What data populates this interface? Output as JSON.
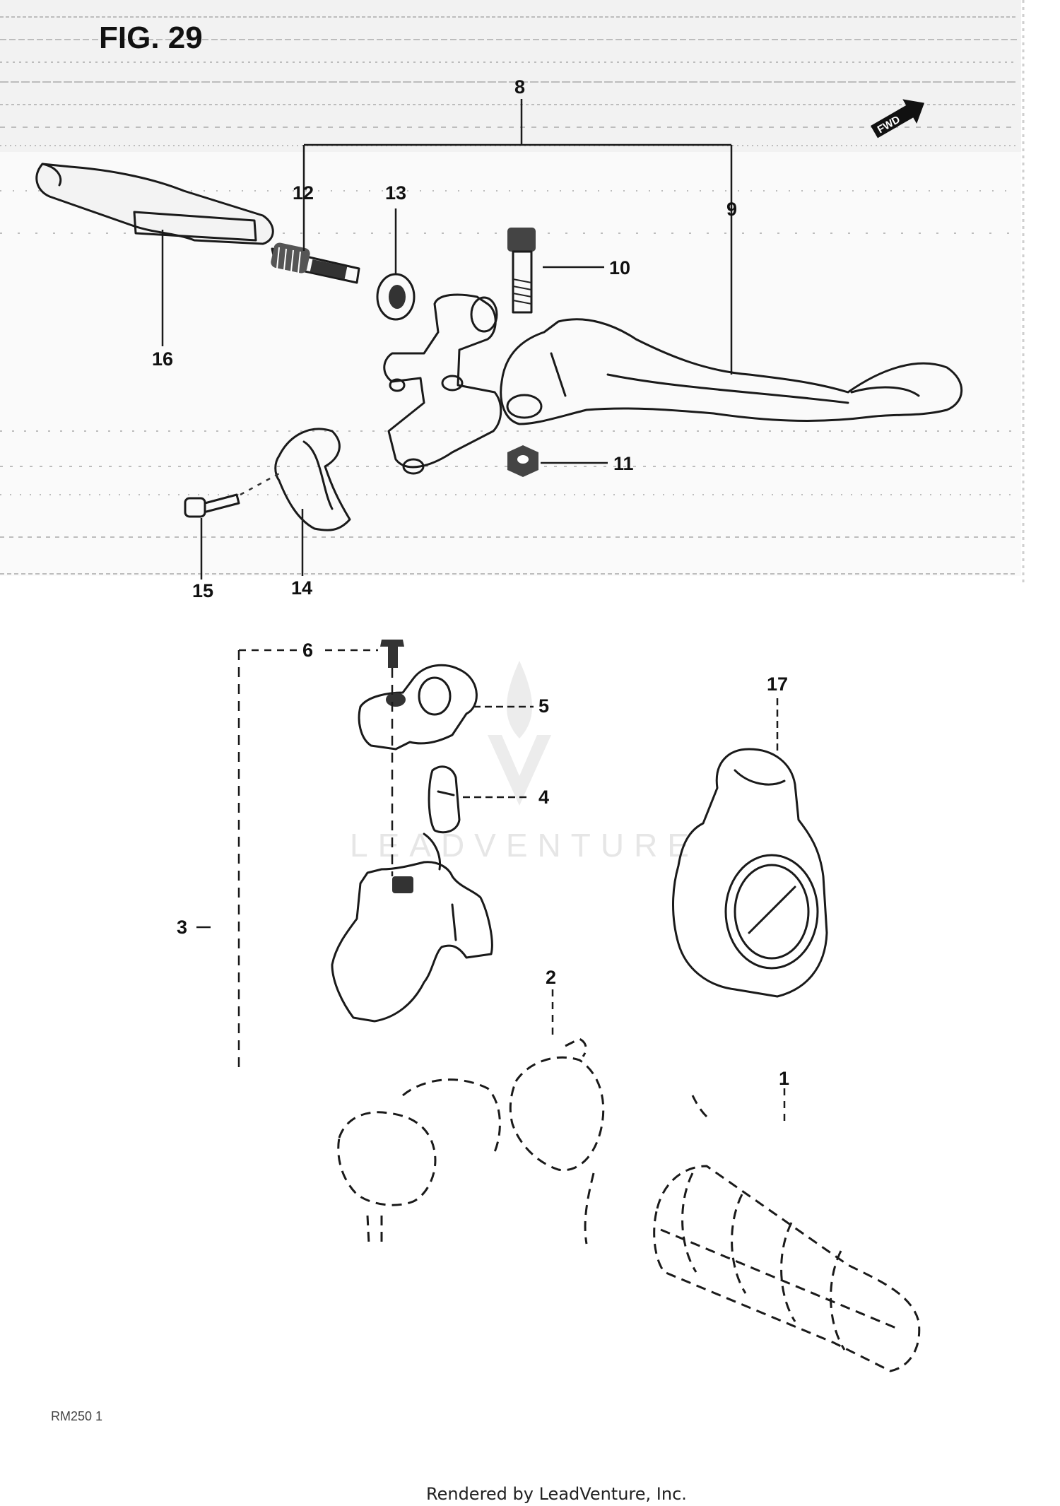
{
  "figure": {
    "title": "FIG. 29",
    "direction_badge": "FWD",
    "part_code": "RM250 1"
  },
  "watermark": {
    "text": "LEADVENTURE"
  },
  "callouts": [
    {
      "id": "c8",
      "label": "8"
    },
    {
      "id": "c12",
      "label": "12"
    },
    {
      "id": "c13",
      "label": "13"
    },
    {
      "id": "c9",
      "label": "9"
    },
    {
      "id": "c10",
      "label": "10"
    },
    {
      "id": "c16",
      "label": "16"
    },
    {
      "id": "c11",
      "label": "11"
    },
    {
      "id": "c15",
      "label": "15"
    },
    {
      "id": "c14",
      "label": "14"
    },
    {
      "id": "c6",
      "label": "6"
    },
    {
      "id": "c5",
      "label": "5"
    },
    {
      "id": "c17",
      "label": "17"
    },
    {
      "id": "c4",
      "label": "4"
    },
    {
      "id": "c3",
      "label": "3"
    },
    {
      "id": "c2",
      "label": "2"
    },
    {
      "id": "c1",
      "label": "1"
    }
  ],
  "footer": {
    "text": "Rendered by LeadVenture, Inc."
  }
}
